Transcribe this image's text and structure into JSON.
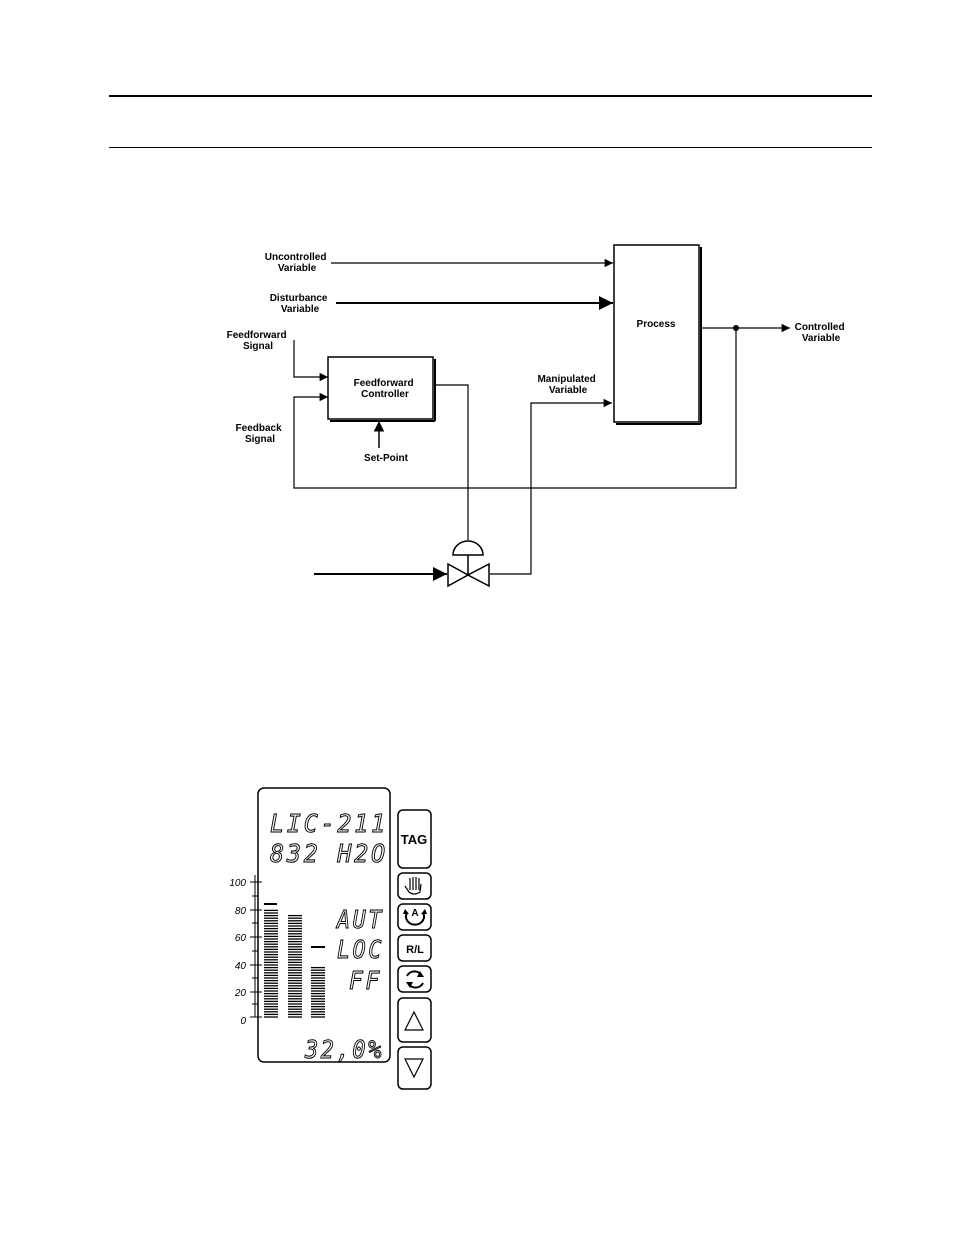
{
  "diagram": {
    "labels": {
      "uncontrolled": [
        "Uncontrolled",
        "Variable"
      ],
      "disturbance": [
        "Disturbance",
        "Variable"
      ],
      "feedforward_signal": [
        "Feedforward",
        "Signal"
      ],
      "feedback_signal": [
        "Feedback",
        "Signal"
      ],
      "controller": [
        "Feedforward",
        "Controller"
      ],
      "setpoint": "Set-Point",
      "manipulated": [
        "Manipulated",
        "Variable"
      ],
      "process": "Process",
      "controlled": [
        "Controlled",
        "Variable"
      ]
    }
  },
  "faceplate": {
    "tag_line": "LIC-211",
    "value_line": "832 H2O",
    "mode_auto": "AUT",
    "mode_local": "LOC",
    "mode_ff": "FF",
    "output": "32,0%",
    "scale": [
      "100",
      "80",
      "60",
      "40",
      "20",
      "0"
    ],
    "buttons": {
      "tag": "TAG",
      "remote_local": "R/L",
      "auto": "A"
    },
    "bars": {
      "pv_percent": 80,
      "sp_percent": 76,
      "out_percent": 37
    }
  }
}
